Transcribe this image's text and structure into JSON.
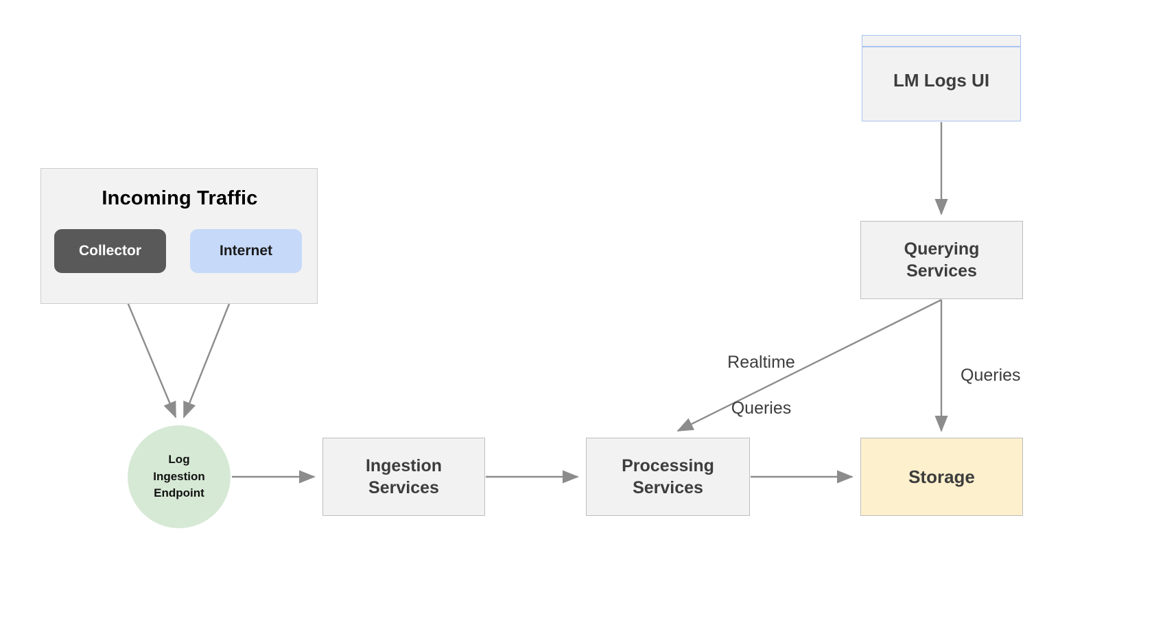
{
  "diagram": {
    "title": "LM Logs ingestion and querying pipeline",
    "background": "#ffffff",
    "edge_color": "#888888"
  },
  "groups": [
    {
      "id": "incoming-traffic",
      "label": "Incoming Traffic",
      "fill": "#f2f2f2",
      "stroke": "#cccccc"
    }
  ],
  "nodes": {
    "collector": {
      "label": "Collector",
      "shape": "rounded-rect",
      "fill": "#595959",
      "text_color": "#ffffff"
    },
    "internet": {
      "label": "Internet",
      "shape": "rounded-rect",
      "fill": "#c6d9f8",
      "text_color": "#1a1a1a"
    },
    "endpoint": {
      "label": "Log\nIngestion\nEndpoint",
      "line1": "Log",
      "line2": "Ingestion",
      "line3": "Endpoint",
      "shape": "circle",
      "fill": "#d6e9d5",
      "text_color": "#111111"
    },
    "ingestion_services": {
      "label": "Ingestion\nServices",
      "line1": "Ingestion",
      "line2": "Services",
      "shape": "rect",
      "fill": "#f2f2f2",
      "stroke": "#bdbdbd",
      "text_color": "#3d3d3d"
    },
    "processing_services": {
      "label": "Processing\nServices",
      "line1": "Processing",
      "line2": "Services",
      "shape": "rect",
      "fill": "#f2f2f2",
      "stroke": "#bdbdbd",
      "text_color": "#3d3d3d"
    },
    "querying_services": {
      "label": "Querying\nServices",
      "line1": "Querying",
      "line2": "Services",
      "shape": "rect",
      "fill": "#f2f2f2",
      "stroke": "#bdbdbd",
      "text_color": "#3d3d3d"
    },
    "storage": {
      "label": "Storage",
      "shape": "rect",
      "fill": "#fdf0cd",
      "stroke": "#bdbdbd",
      "text_color": "#3d3d3d"
    },
    "lm_logs_ui": {
      "label": "LM Logs UI",
      "shape": "window",
      "fill": "#f2f2f2",
      "stroke": "#a8c4f0",
      "text_color": "#3d3d3d"
    }
  },
  "edges": [
    {
      "id": "collector-to-endpoint",
      "from": "collector",
      "to": "endpoint",
      "label": ""
    },
    {
      "id": "internet-to-endpoint",
      "from": "internet",
      "to": "endpoint",
      "label": ""
    },
    {
      "id": "endpoint-to-ingestion",
      "from": "endpoint",
      "to": "ingestion_services",
      "label": ""
    },
    {
      "id": "ingestion-to-processing",
      "from": "ingestion_services",
      "to": "processing_services",
      "label": ""
    },
    {
      "id": "processing-to-storage",
      "from": "processing_services",
      "to": "storage",
      "label": ""
    },
    {
      "id": "lmlogs-to-querying",
      "from": "lm_logs_ui",
      "to": "querying_services",
      "label": ""
    },
    {
      "id": "querying-to-processing",
      "from": "querying_services",
      "to": "processing_services",
      "label": "Realtime Queries",
      "label_line1": "Realtime",
      "label_line2": "Queries"
    },
    {
      "id": "querying-to-storage",
      "from": "querying_services",
      "to": "storage",
      "label": "Queries"
    }
  ],
  "edge_labels": {
    "realtime_queries": "Realtime\nQueries",
    "queries": "Queries"
  }
}
